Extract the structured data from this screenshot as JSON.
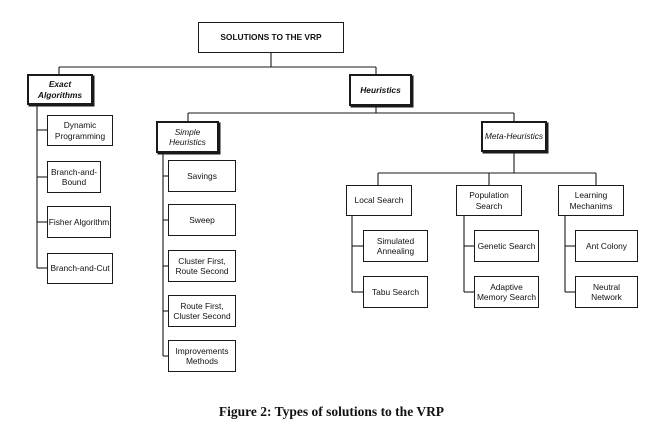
{
  "diagram": {
    "root": "SOLUTIONS TO THE VRP",
    "exact": {
      "label": "Exact\nAlgorithms",
      "children": [
        "Dynamic\nProgramming",
        "Branch-and-\nBound",
        "Fisher Algorithm",
        "Branch-and-Cut"
      ]
    },
    "heuristics": {
      "label": "Heuristics",
      "simple": {
        "label": "Simple\nHeuristics",
        "children": [
          "Savings",
          "Sweep",
          "Cluster First,\nRoute Second",
          "Route First,\nCluster Second",
          "Improvements\nMethods"
        ]
      },
      "meta": {
        "label": "Meta-Heuristics",
        "local": {
          "label": "Local Search",
          "children": [
            "Simulated\nAnnealing",
            "Tabu Search"
          ]
        },
        "population": {
          "label": "Population\nSearch",
          "children": [
            "Genetic Search",
            "Adaptive\nMemory Search"
          ]
        },
        "learning": {
          "label": "Learning\nMechanims",
          "children": [
            "Ant Colony",
            "Neutral\nNetwork"
          ]
        }
      }
    }
  },
  "caption": "Figure 2: Types of solutions to the VRP"
}
